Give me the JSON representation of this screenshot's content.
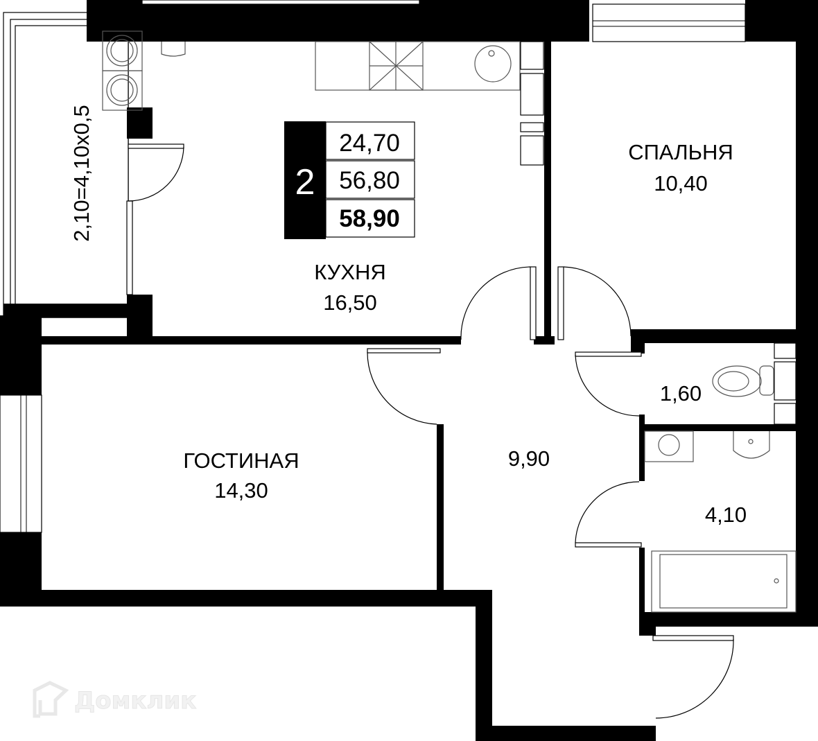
{
  "summary": {
    "rooms_count": "2",
    "living_area": "24,70",
    "total_area_no_balcony": "56,80",
    "total_area": "58,90"
  },
  "rooms": {
    "kitchen": {
      "name": "КУХНЯ",
      "area": "16,50"
    },
    "bedroom": {
      "name": "СПАЛЬНЯ",
      "area": "10,40"
    },
    "living_room": {
      "name": "ГОСТИНАЯ",
      "area": "14,30"
    },
    "hallway": {
      "area": "9,90"
    },
    "wc": {
      "area": "1,60"
    },
    "bathroom": {
      "area": "4,10"
    },
    "balcony": {
      "dimension": "2,10=4,10x0,5"
    }
  },
  "watermark": "Домклик",
  "colors": {
    "wall": "#000000",
    "background": "#ffffff",
    "watermark": "#e6e6e6"
  }
}
